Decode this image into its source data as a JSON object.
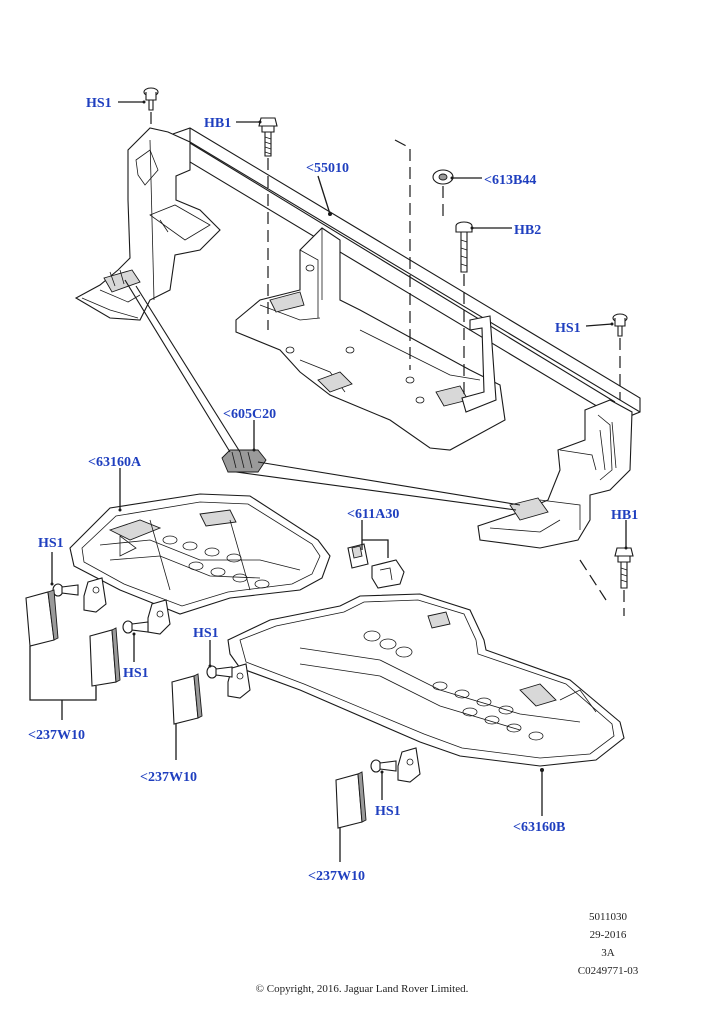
{
  "callouts": {
    "hs1_top": "HS1",
    "hb1_top": "HB1",
    "p55010": "<55010",
    "p613b44": "<613B44",
    "hb2": "HB2",
    "hs1_right": "HS1",
    "p605c20": "<605C20",
    "p63160a": "<63160A",
    "p611a30": "<611A30",
    "hb1_right": "HB1",
    "hs1_left": "HS1",
    "hs1_mid_upper": "HS1",
    "hs1_mid_lower": "HS1",
    "p237w10_left": "<237W10",
    "p237w10_mid": "<237W10",
    "p237w10_bottom": "<237W10",
    "hs1_bottom": "HS1",
    "p63160b": "<63160B"
  },
  "illustration_info": {
    "ref_number": "5011030",
    "date": "29-2016",
    "revision": "3A",
    "image_code": "C0249771-03"
  },
  "copyright": "© Copyright, 2016. Jaguar Land Rover Limited.",
  "colors": {
    "label": "#1f3fbf",
    "line": "#1a1a1a",
    "background": "#ffffff"
  }
}
